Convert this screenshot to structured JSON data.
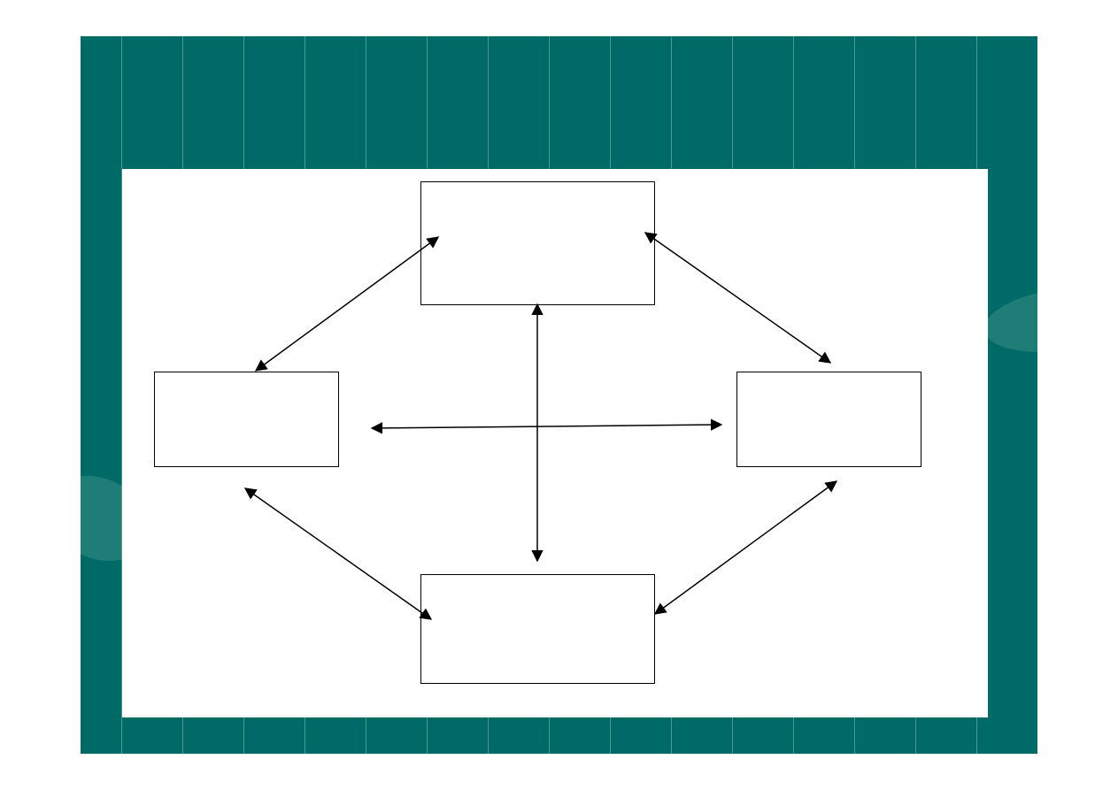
{
  "slide": {
    "background_color": "#006b66",
    "panel_color": "#ffffff",
    "stripe_color": "#aad2cd"
  },
  "diagram": {
    "nodes": {
      "top": "",
      "left": "",
      "right": "",
      "bottom": ""
    },
    "edges": [
      {
        "from": "top",
        "to": "left",
        "direction": "bidirectional"
      },
      {
        "from": "top",
        "to": "right",
        "direction": "bidirectional"
      },
      {
        "from": "top",
        "to": "bottom",
        "direction": "bidirectional"
      },
      {
        "from": "left",
        "to": "right",
        "direction": "bidirectional"
      },
      {
        "from": "left",
        "to": "bottom",
        "direction": "bidirectional"
      },
      {
        "from": "right",
        "to": "bottom",
        "direction": "bidirectional"
      }
    ],
    "line_color": "#000000"
  }
}
